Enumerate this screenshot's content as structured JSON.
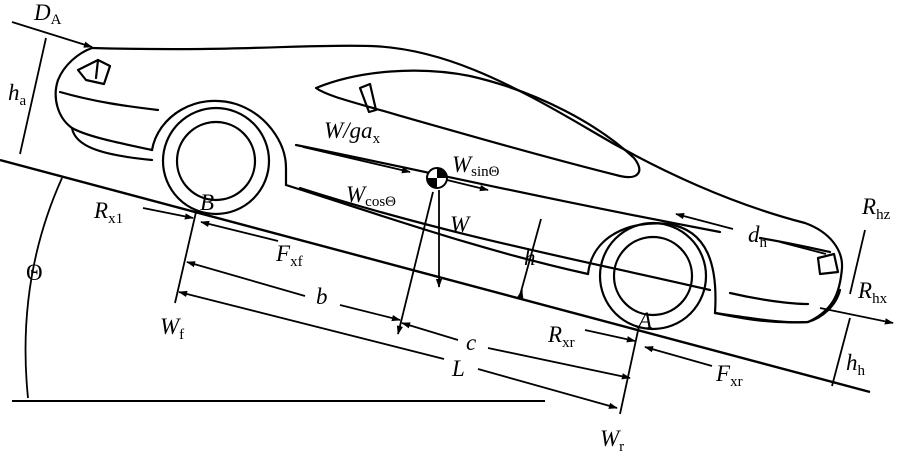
{
  "labels": {
    "D": "D",
    "D_sub": "A",
    "ha": "h",
    "ha_sub": "a",
    "theta": "Θ",
    "Rx1": "R",
    "Rx1_sub": "x1",
    "B": "B",
    "Fxf": "F",
    "Fxf_sub": "xf",
    "Wf": "W",
    "Wf_sub": "f",
    "b": "b",
    "Wga": "W/ga",
    "Wga_sub": "x",
    "Wsin": "W",
    "Wsin_sub": "sinΘ",
    "Wcos": "W",
    "Wcos_sub": "cosΘ",
    "W": "W",
    "h": "h",
    "c": "c",
    "L": "L",
    "Rxr": "R",
    "Rxr_sub": "xr",
    "A": "A",
    "Fxr": "F",
    "Fxr_sub": "xr",
    "Wr": "W",
    "Wr_sub": "r",
    "dh": "d",
    "dh_sub": "h",
    "Rhz": "R",
    "Rhz_sub": "hz",
    "Rhx": "R",
    "Rhx_sub": "hx",
    "hh": "h",
    "hh_sub": "h"
  }
}
